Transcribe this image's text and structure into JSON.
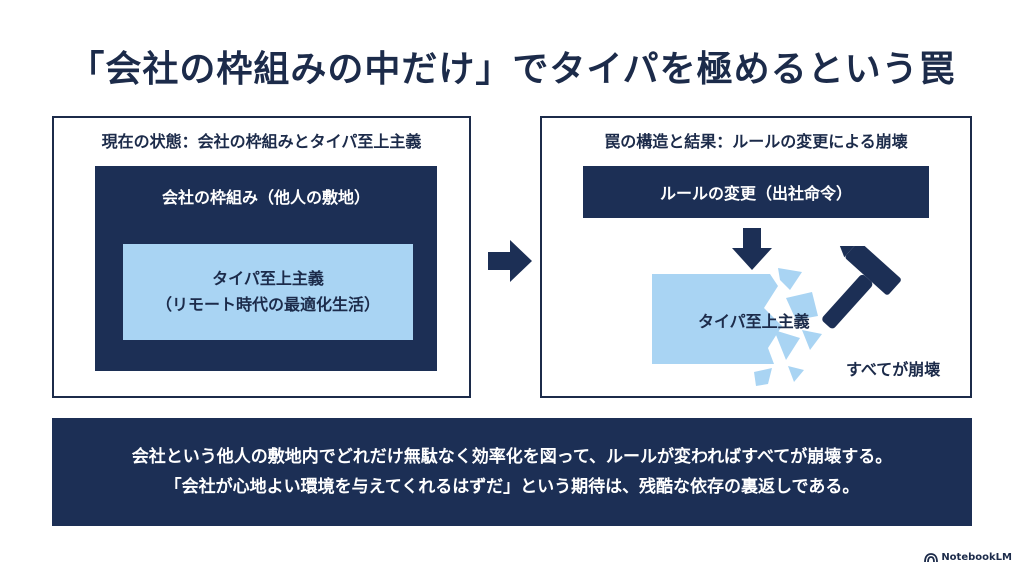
{
  "title": "「会社の枠組みの中だけ」でタイパを極めるという罠",
  "left_panel": {
    "heading": "現在の状態：会社の枠組みとタイパ至上主義",
    "framework_label": "会社の枠組み（他人の敷地）",
    "typa_line1": "タイパ至上主義",
    "typa_line2": "（リモート時代の最適化生活）"
  },
  "right_panel": {
    "heading": "罠の構造と結果：ルールの変更による崩壊",
    "rule_label": "ルールの変更（出社命令）",
    "broken_label": "タイパ至上主義",
    "collapse_label": "すべてが崩壊"
  },
  "bottom": {
    "line1": "会社という他人の敷地内でどれだけ無駄なく効率化を図って、ルールが変わればすべてが崩壊する。",
    "line2": "「会社が心地よい環境を与えてくれるはずだ」という期待は、残酷な依存の裏返しである。"
  },
  "brand": "NotebookLM",
  "colors": {
    "navy": "#1c2f55",
    "light_blue": "#a9d4f3",
    "text": "#1c2b4a"
  },
  "icons": [
    "right-arrow-icon",
    "down-arrow-icon",
    "hammer-icon",
    "notebooklm-logo-icon"
  ]
}
